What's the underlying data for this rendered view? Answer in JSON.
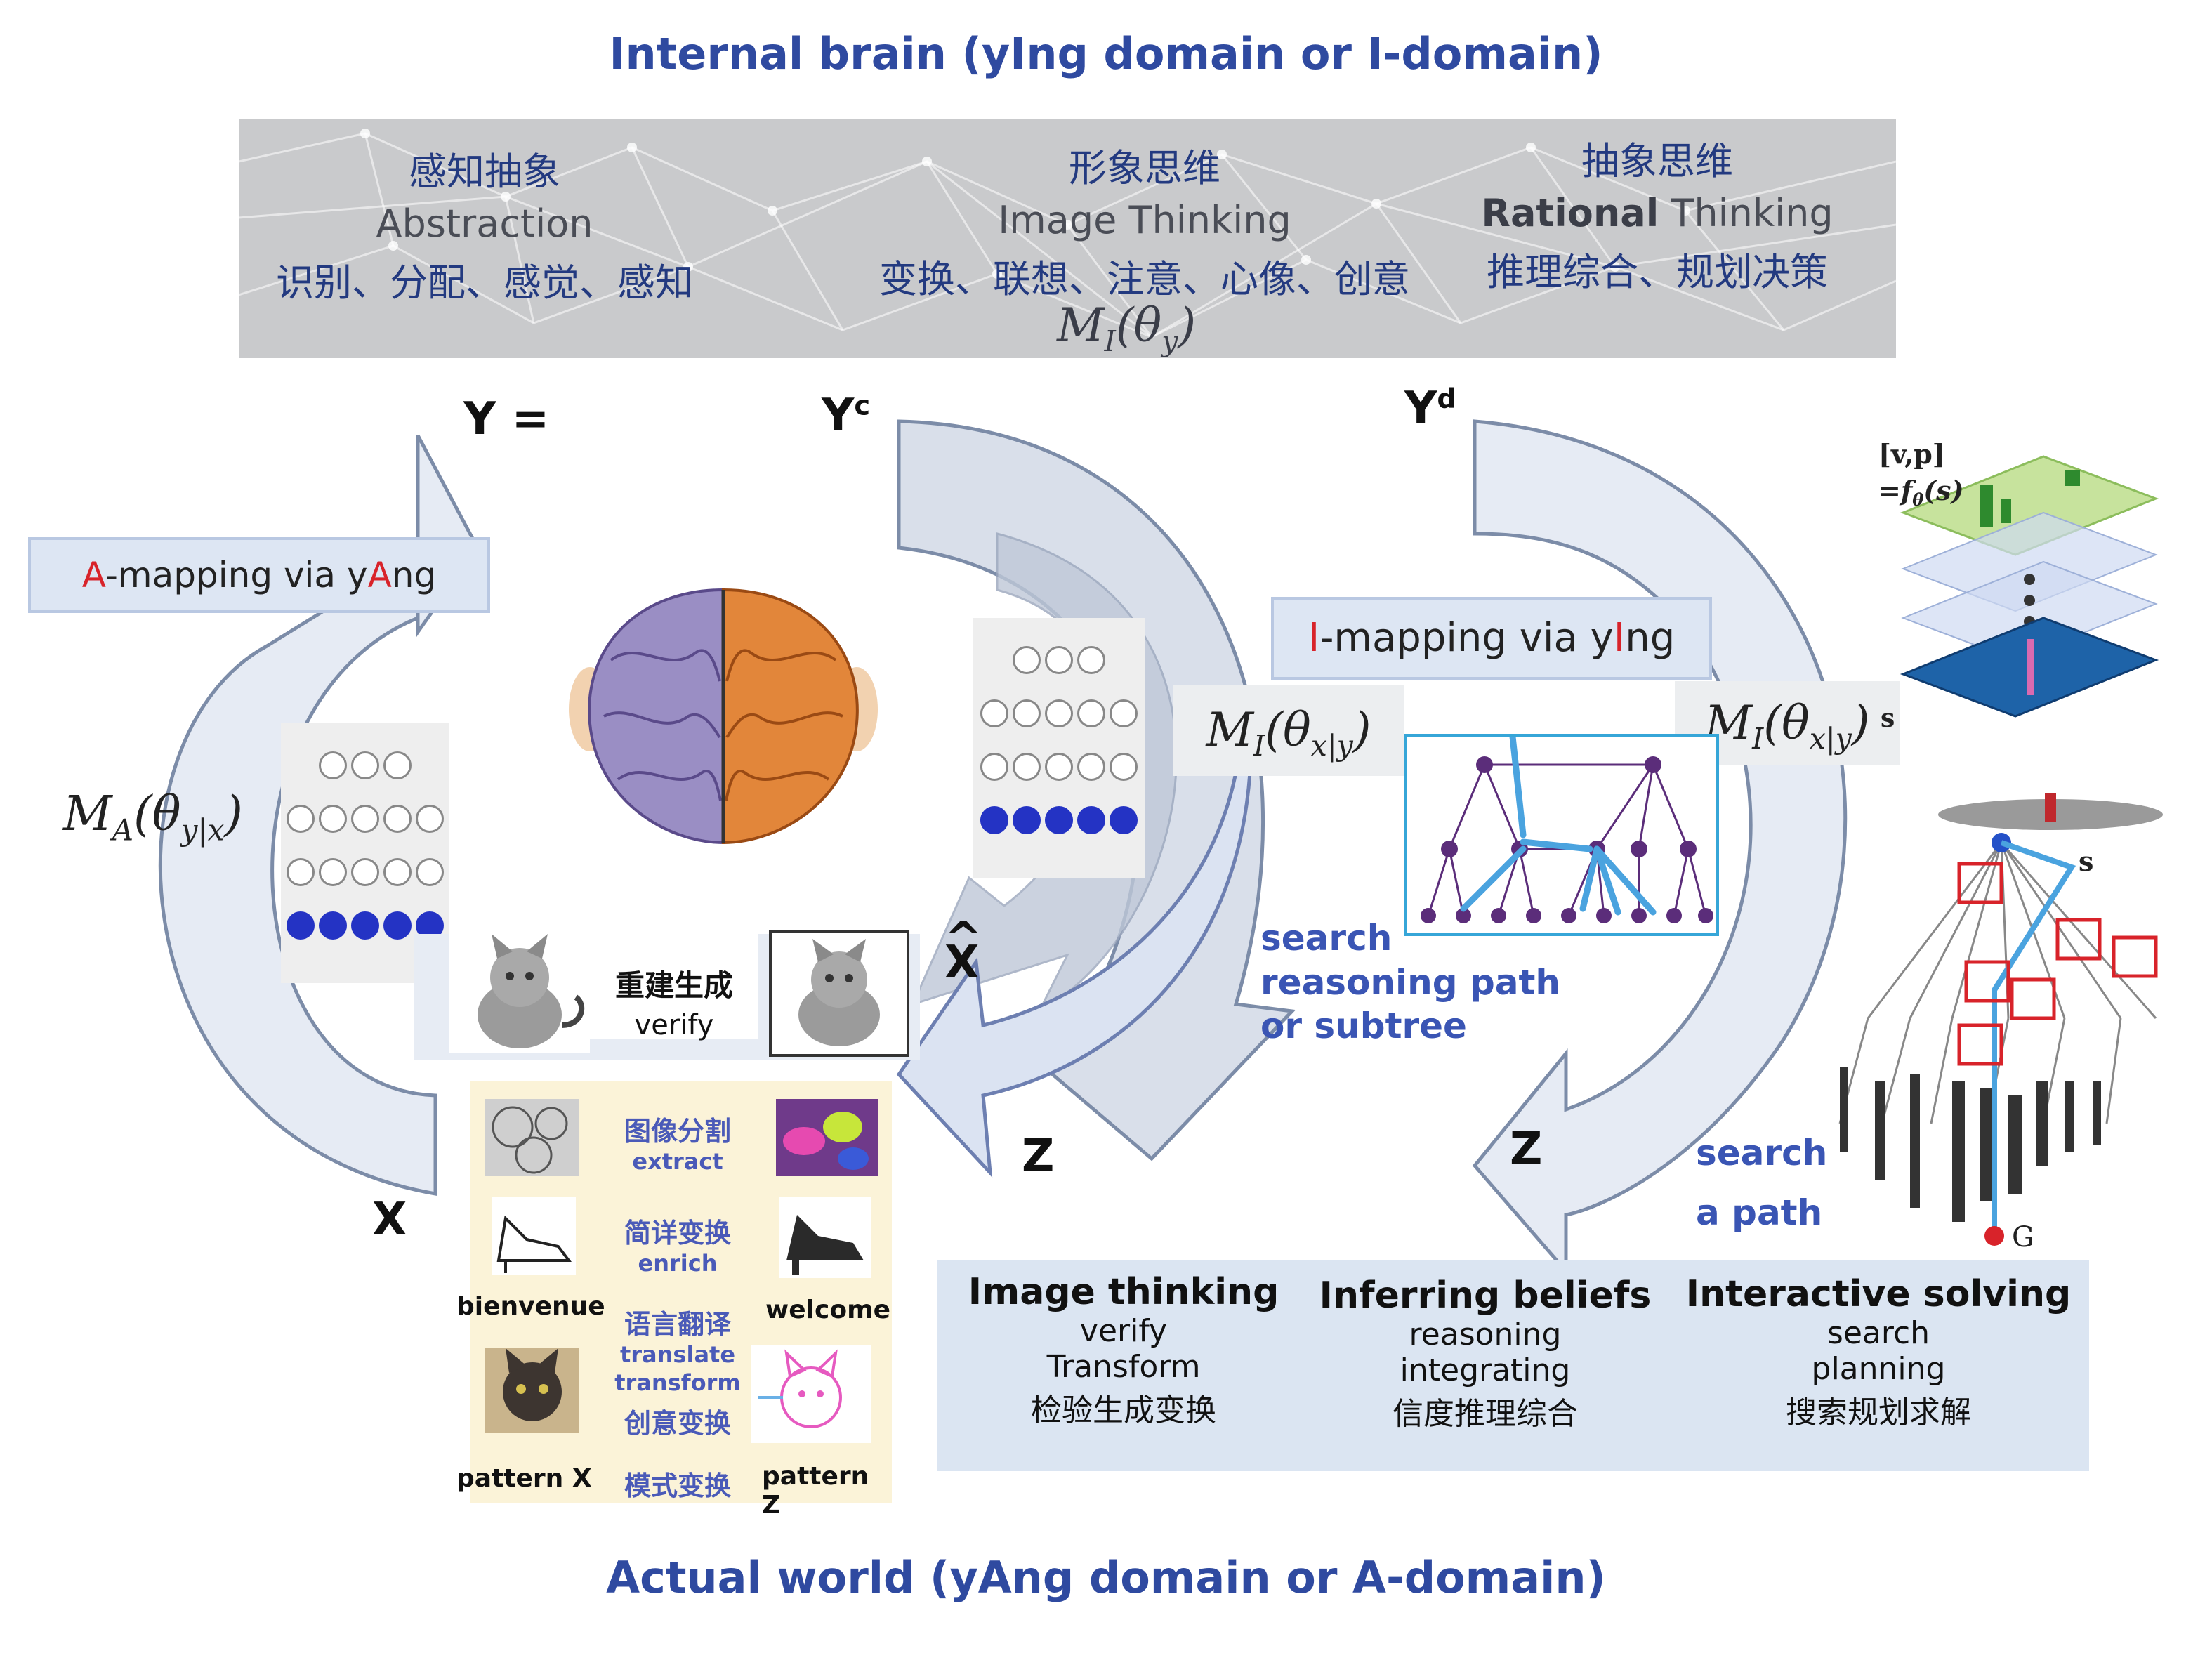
{
  "header_title": "Internal brain (yIng domain or I-domain)",
  "footer_title": "Actual world (yAng domain or A-domain)",
  "banner": {
    "abstraction": {
      "zh": "感知抽象",
      "en": "Abstraction",
      "items": "识别、分配、感觉、感知"
    },
    "image": {
      "zh": "形象思维",
      "en": "Image Thinking",
      "items": "变换、联想、注意、心像、创意"
    },
    "rational": {
      "zh": "抽象思维",
      "en_bold": "Rational",
      "en_rest": " Thinking",
      "items": "推理综合、规划决策"
    },
    "formula": {
      "base": "M",
      "sub": "I",
      "theta_sub": "y"
    }
  },
  "labels": {
    "Y": "Y =",
    "Yc": "Y",
    "Yc_sup": "c",
    "Yd": "Y",
    "Yd_sup": "d",
    "X": "X",
    "Xhat": "X",
    "Z1": "Z",
    "Z2": "Z"
  },
  "a_mapping": {
    "p1": "A",
    "p2": "-mapping via y",
    "p3": "A",
    "p4": "ng"
  },
  "i_mapping": {
    "p1": "I",
    "p2": "-mapping via y",
    "p3": "I",
    "p4": "ng"
  },
  "formulas": {
    "ma": {
      "base": "M",
      "sub": "A",
      "theta_sub": "y|x"
    },
    "mi1": {
      "base": "M",
      "sub": "I",
      "theta_sub": "x|y"
    },
    "mi2": {
      "base": "M",
      "sub": "I",
      "theta_sub": "x|y"
    }
  },
  "reconstruct": {
    "zh": "重建生成",
    "en": "verify"
  },
  "search_subtree": [
    "search",
    "reasoning path",
    "or subtree"
  ],
  "search_path": [
    "search",
    "a path"
  ],
  "rl_label": {
    "vp": "[v,p]",
    "f": "=f",
    "f_sub": "θ",
    "f_rest": "(s)",
    "s": "s"
  },
  "tree_label": {
    "s": "s",
    "g": "G"
  },
  "panel": {
    "seg": {
      "zh": "图像分割",
      "en": "extract"
    },
    "enrich": {
      "zh": "简详变换",
      "en": "enrich"
    },
    "trans": {
      "zh": "语言翻译",
      "en": "translate"
    },
    "transform": {
      "en": "transform",
      "zh": "创意变换"
    },
    "mode": {
      "zh": "模式变换"
    },
    "bienvenue": "bienvenue",
    "welcome": "welcome",
    "pattern_x": "pattern X",
    "pattern_z": "pattern Z"
  },
  "bottom": [
    {
      "title": "Image thinking",
      "l1": "verify",
      "l2": "Transform",
      "l3": "检验生成变换"
    },
    {
      "title": "Inferring beliefs",
      "l1": "reasoning",
      "l2": "integrating",
      "l3": "信度推理综合"
    },
    {
      "title": "Interactive solving",
      "l1": "search",
      "l2": "planning",
      "l3": "搜索规划求解"
    }
  ],
  "colors": {
    "title_blue": "#2f4aa0",
    "accent_red": "#d8232a",
    "arrow_blue": "#4aa3df",
    "node_purple": "#5b2d7a"
  }
}
